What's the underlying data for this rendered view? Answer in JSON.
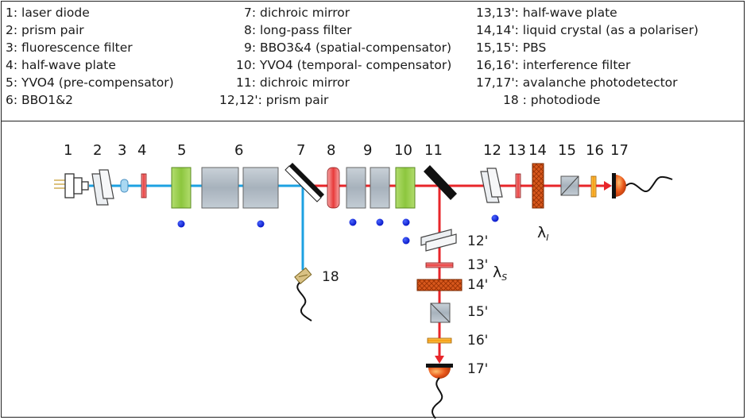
{
  "legend": {
    "items": [
      "1: laser diode",
      "2: prism pair",
      "3: fluorescence filter",
      "4: half-wave plate",
      "5: YVO4 (pre-compensator)",
      "6: BBO1&2",
      "7: dichroic mirror",
      "8: long-pass filter",
      "9: BBO3&4 (spatial-compensator)",
      "10: YVO4 (temporal- compensator)",
      "11: dichroic mirror",
      "12,12': prism pair",
      "13,13': half-wave plate",
      "14,14': liquid crystal (as a polariser)",
      "15,15': PBS",
      "16,16': interference filter",
      "17,17': avalanche photodetector",
      "18  :  photodiode"
    ]
  },
  "diagram": {
    "top_labels": [
      "1",
      "2",
      "3",
      "4",
      "5",
      "6",
      "7",
      "8",
      "9",
      "10",
      "11",
      "12",
      "13",
      "14",
      "15",
      "16",
      "17"
    ],
    "vertical_labels": [
      "12'",
      "13'",
      "14'",
      "15'",
      "16'",
      "17'"
    ],
    "photodiode_label": "18",
    "lambda_i": {
      "symbol": "λ",
      "sub": "I"
    },
    "lambda_s": {
      "symbol": "λ",
      "sub": "S"
    }
  },
  "colors": {
    "blue_beam": "#1da1e2",
    "red_beam": "#e8262a",
    "dots": "#0a1ee8",
    "green_element": "#8ec63f",
    "crystal": "#a9b4be",
    "liquid_crystal": "#d4541c",
    "detector": "#e5571a"
  }
}
